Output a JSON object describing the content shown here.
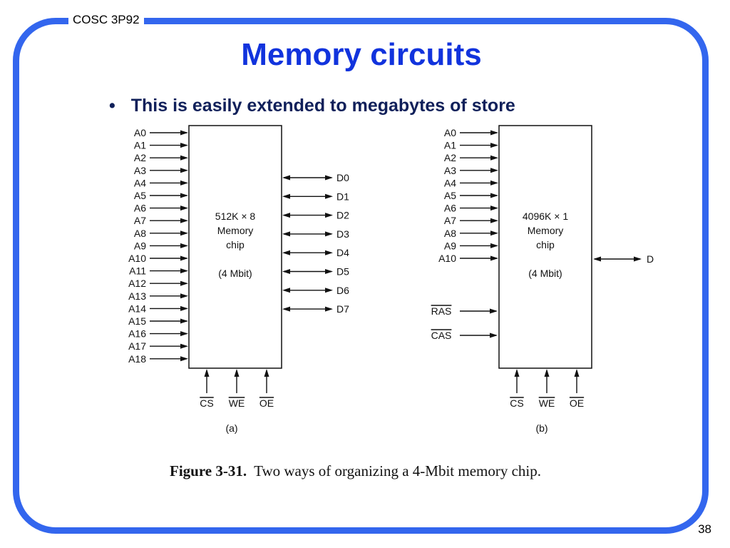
{
  "header": {
    "course": "COSC 3P92",
    "title": "Memory circuits"
  },
  "bullet": {
    "marker": "•",
    "text": "This is easily extended to megabytes of store"
  },
  "diagram_a": {
    "addr": [
      "A0",
      "A1",
      "A2",
      "A3",
      "A4",
      "A5",
      "A6",
      "A7",
      "A8",
      "A9",
      "A10",
      "A11",
      "A12",
      "A13",
      "A14",
      "A15",
      "A16",
      "A17",
      "A18"
    ],
    "data": [
      "D0",
      "D1",
      "D2",
      "D3",
      "D4",
      "D5",
      "D6",
      "D7"
    ],
    "chip": [
      "512K × 8",
      "Memory",
      "chip",
      "",
      "(4 Mbit)"
    ],
    "ctrl": [
      "CS",
      "WE",
      "OE"
    ],
    "label": "(a)"
  },
  "diagram_b": {
    "addr": [
      "A0",
      "A1",
      "A2",
      "A3",
      "A4",
      "A5",
      "A6",
      "A7",
      "A8",
      "A9",
      "A10"
    ],
    "strobes": [
      "RAS",
      "CAS"
    ],
    "data": "D",
    "chip": [
      "4096K × 1",
      "Memory",
      "chip",
      "",
      "(4 Mbit)"
    ],
    "ctrl": [
      "CS",
      "WE",
      "OE"
    ],
    "label": "(b)"
  },
  "caption": {
    "figure": "Figure 3-31.",
    "text": "Two ways of organizing a 4-Mbit memory chip."
  },
  "page_number": "38"
}
